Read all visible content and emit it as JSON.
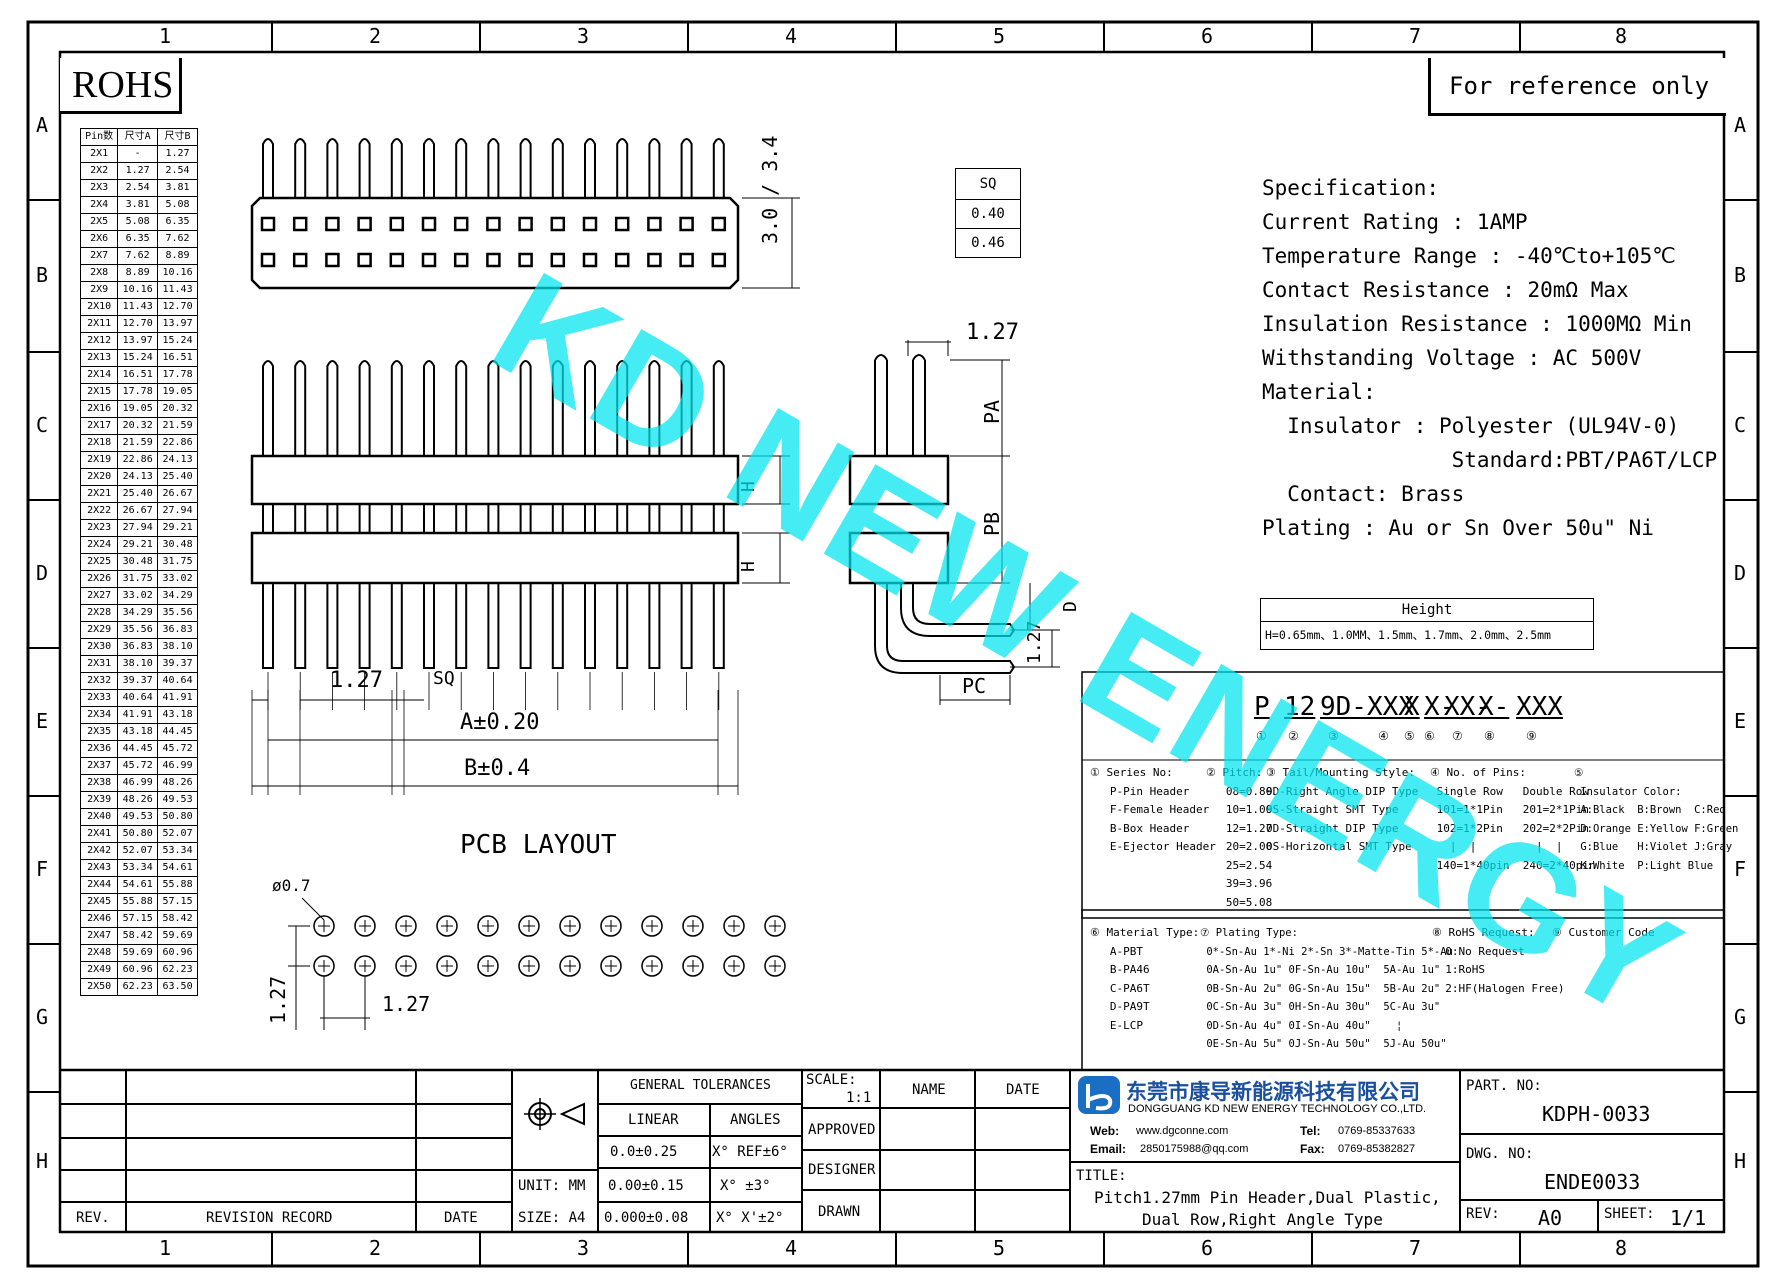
{
  "grid": {
    "columns": [
      "1",
      "2",
      "3",
      "4",
      "5",
      "6",
      "7",
      "8"
    ],
    "rows": [
      "A",
      "B",
      "C",
      "D",
      "E",
      "F",
      "G",
      "H"
    ]
  },
  "rohs": "ROHS",
  "reference": "For reference only",
  "pin_table": {
    "headers": [
      "Pin数",
      "尺寸A",
      "尺寸B"
    ],
    "rows": [
      [
        "2X1",
        "-",
        "1.27"
      ],
      [
        "2X2",
        "1.27",
        "2.54"
      ],
      [
        "2X3",
        "2.54",
        "3.81"
      ],
      [
        "2X4",
        "3.81",
        "5.08"
      ],
      [
        "2X5",
        "5.08",
        "6.35"
      ],
      [
        "2X6",
        "6.35",
        "7.62"
      ],
      [
        "2X7",
        "7.62",
        "8.89"
      ],
      [
        "2X8",
        "8.89",
        "10.16"
      ],
      [
        "2X9",
        "10.16",
        "11.43"
      ],
      [
        "2X10",
        "11.43",
        "12.70"
      ],
      [
        "2X11",
        "12.70",
        "13.97"
      ],
      [
        "2X12",
        "13.97",
        "15.24"
      ],
      [
        "2X13",
        "15.24",
        "16.51"
      ],
      [
        "2X14",
        "16.51",
        "17.78"
      ],
      [
        "2X15",
        "17.78",
        "19.05"
      ],
      [
        "2X16",
        "19.05",
        "20.32"
      ],
      [
        "2X17",
        "20.32",
        "21.59"
      ],
      [
        "2X18",
        "21.59",
        "22.86"
      ],
      [
        "2X19",
        "22.86",
        "24.13"
      ],
      [
        "2X20",
        "24.13",
        "25.40"
      ],
      [
        "2X21",
        "25.40",
        "26.67"
      ],
      [
        "2X22",
        "26.67",
        "27.94"
      ],
      [
        "2X23",
        "27.94",
        "29.21"
      ],
      [
        "2X24",
        "29.21",
        "30.48"
      ],
      [
        "2X25",
        "30.48",
        "31.75"
      ],
      [
        "2X26",
        "31.75",
        "33.02"
      ],
      [
        "2X27",
        "33.02",
        "34.29"
      ],
      [
        "2X28",
        "34.29",
        "35.56"
      ],
      [
        "2X29",
        "35.56",
        "36.83"
      ],
      [
        "2X30",
        "36.83",
        "38.10"
      ],
      [
        "2X31",
        "38.10",
        "39.37"
      ],
      [
        "2X32",
        "39.37",
        "40.64"
      ],
      [
        "2X33",
        "40.64",
        "41.91"
      ],
      [
        "2X34",
        "41.91",
        "43.18"
      ],
      [
        "2X35",
        "43.18",
        "44.45"
      ],
      [
        "2X36",
        "44.45",
        "45.72"
      ],
      [
        "2X37",
        "45.72",
        "46.99"
      ],
      [
        "2X38",
        "46.99",
        "48.26"
      ],
      [
        "2X39",
        "48.26",
        "49.53"
      ],
      [
        "2X40",
        "49.53",
        "50.80"
      ],
      [
        "2X41",
        "50.80",
        "52.07"
      ],
      [
        "2X42",
        "52.07",
        "53.34"
      ],
      [
        "2X43",
        "53.34",
        "54.61"
      ],
      [
        "2X44",
        "54.61",
        "55.88"
      ],
      [
        "2X45",
        "55.88",
        "57.15"
      ],
      [
        "2X46",
        "57.15",
        "58.42"
      ],
      [
        "2X47",
        "58.42",
        "59.69"
      ],
      [
        "2X48",
        "59.69",
        "60.96"
      ],
      [
        "2X49",
        "60.96",
        "62.23"
      ],
      [
        "2X50",
        "62.23",
        "63.50"
      ]
    ]
  },
  "sq_table": {
    "header": "SQ",
    "values": [
      "0.40",
      "0.46"
    ]
  },
  "dims": {
    "height_34": "3.0 / 3.4",
    "pitch": "1.27",
    "sq": "SQ",
    "a": "A±0.20",
    "b": "B±0.4",
    "h": "H",
    "pa": "PA",
    "pb": "PB",
    "pc": "PC",
    "d": "D",
    "side_pitch": "1.27",
    "side_pitch2": "1.27",
    "pcb_title": "PCB LAYOUT",
    "hole": "ø0.7",
    "pcb_pitch_v": "1.27",
    "pcb_pitch_h": "1.27"
  },
  "spec": {
    "lines": [
      "Specification:",
      "Current Rating : 1AMP",
      "Temperature Range : -40℃to+105℃",
      "Contact Resistance : 20mΩ Max",
      "Insulation Resistance : 1000MΩ Min",
      "Withstanding Voltage : AC 500V",
      "Material:",
      "  Insulator : Polyester (UL94V-0)",
      "               Standard:PBT/PA6T/LCP",
      "  Contact: Brass",
      "Plating : Au or Sn Over 50u\" Ni"
    ]
  },
  "height_box": {
    "title": "Height",
    "values": "H=0.65mm、1.0MM、1.5mm、1.7mm、2.0mm、2.5mm"
  },
  "part_code": {
    "segments": [
      "P",
      "12",
      "9D-XXX",
      "X",
      "X-",
      "XX-",
      "X-",
      "XXX"
    ],
    "markers": [
      "①",
      "②",
      "③",
      "④",
      "⑤",
      "⑥",
      "⑦",
      "⑧",
      "⑨"
    ]
  },
  "notes": {
    "series": "① Series No:\n   P-Pin Header\n   F-Female Header\n   B-Box Header\n   E-Ejector Header",
    "pitch": "② Pitch:\n   08=0.80\n   10=1.00\n   12=1.27\n   20=2.00\n   25=2.54\n   39=3.96\n   50=5.08",
    "tail": "③ Tail/Mounting Style:\n9D-Right Angle DIP Type\n9S-Straight SMT Type\n0D-Straight DIP Type\n0S-Horizontal SMT Type",
    "pins": "④ No. of Pins:\n Single Row   Double Row\n 101=1*1Pin   201=2*1Pin\n 102=1*2Pin   202=2*2Pin\n   |  |         |  |\n 140=1*40pin  240=2*40pin",
    "color": "⑤\n Insulator Color:\n A:Black  B:Brown  C:Red\n D:Orange E:Yellow F:Green\n G:Blue   H:Violet J:Gray\n K:White  P:Light Blue",
    "material": "⑥ Material Type:\n   A-PBT\n   B-PA46\n   C-PA6T\n   D-PA9T\n   E-LCP",
    "plating": "⑦ Plating Type:\n 0*-Sn-Au 1*-Ni 2*-Sn 3*-Matte-Tin 5*-Au\n 0A-Sn-Au 1u\" 0F-Sn-Au 10u\"  5A-Au 1u\"\n 0B-Sn-Au 2u\" 0G-Sn-Au 15u\"  5B-Au 2u\"\n 0C-Sn-Au 3u\" 0H-Sn-Au 30u\"  5C-Au 3u\"\n 0D-Sn-Au 4u\" 0I-Sn-Au 40u\"    ¦\n 0E-Sn-Au 5u\" 0J-Sn-Au 50u\"  5J-Au 50u\"",
    "rohs": "⑧ RoHS Request:\n  0:No Request\n  1:RoHS\n  2:HF(Halogen Free)",
    "customer": "⑨ Customer Code"
  },
  "title_block": {
    "general_tolerances": "GENERAL TOLERANCES",
    "linear": "LINEAR",
    "angles": "ANGLES",
    "lin": [
      "0.0±0.25",
      "0.00±0.15",
      "0.000±0.08"
    ],
    "ang": [
      "X° REF±6°",
      "X° ±3°",
      "X° X'±2°"
    ],
    "unit": "UNIT: MM",
    "size": "SIZE: A4",
    "scale_label": "SCALE:",
    "scale_value": "1:1",
    "name": "NAME",
    "date_hdr": "DATE",
    "approved": "APPROVED",
    "designer": "DESIGNER",
    "drawn": "DRAWN",
    "rev": "REV.",
    "revision_record": "REVISION RECORD",
    "date": "DATE",
    "company_cn": "东莞市康导新能源科技有限公司",
    "company_en": "DONGGUANG KD NEW ENERGY TECHNOLOGY CO.,LTD.",
    "web_label": "Web:",
    "web": "www.dgconne.com",
    "tel_label": "Tel:",
    "tel": "0769-85337633",
    "email_label": "Email:",
    "email": "2850175988@qq.com",
    "fax_label": "Fax:",
    "fax": "0769-85382827",
    "title_label": "TITLE:",
    "title_1": "Pitch1.27mm Pin Header,Dual Plastic,",
    "title_2": "Dual Row,Right Angle Type",
    "part_no_label": "PART. NO:",
    "part_no": "KDPH-0033",
    "dwg_no_label": "DWG. NO:",
    "dwg_no": "ENDE0033",
    "rev_label": "REV:",
    "rev_value": "A0",
    "sheet_label": "SHEET:",
    "sheet_value": "1/1"
  },
  "watermark": "KD NEW ENERGY"
}
